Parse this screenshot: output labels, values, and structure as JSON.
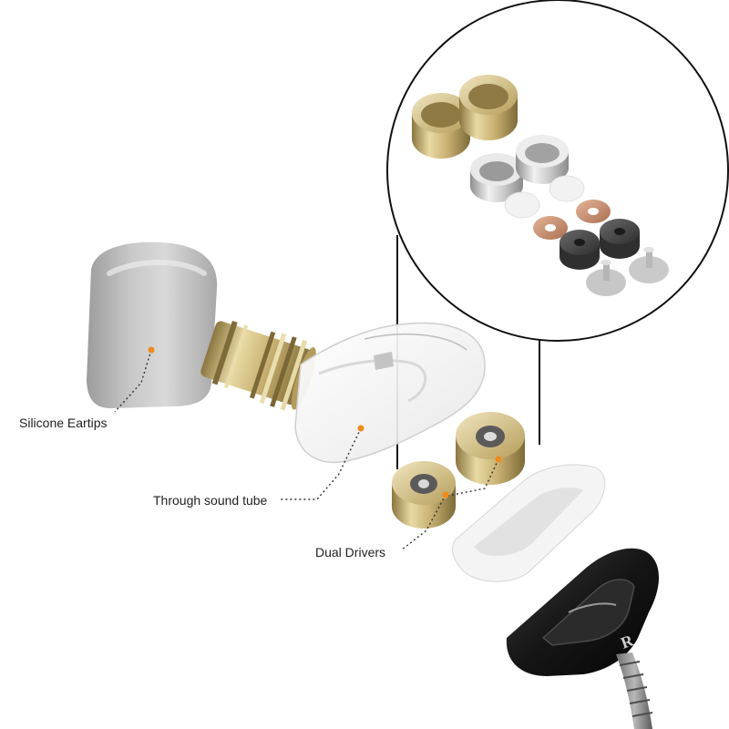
{
  "callouts": {
    "eartips": "Silicone Eartips",
    "sound_tube": "Through sound tube",
    "drivers": "Dual Drivers"
  },
  "housing": {
    "channel_mark": "R"
  },
  "colors": {
    "marker": "#f08a1c",
    "gold": "#c9b273",
    "silver": "#cfcfcf",
    "copper": "#c98e6f",
    "dark_grey": "#4a4a4a",
    "shell_black": "#141414"
  }
}
